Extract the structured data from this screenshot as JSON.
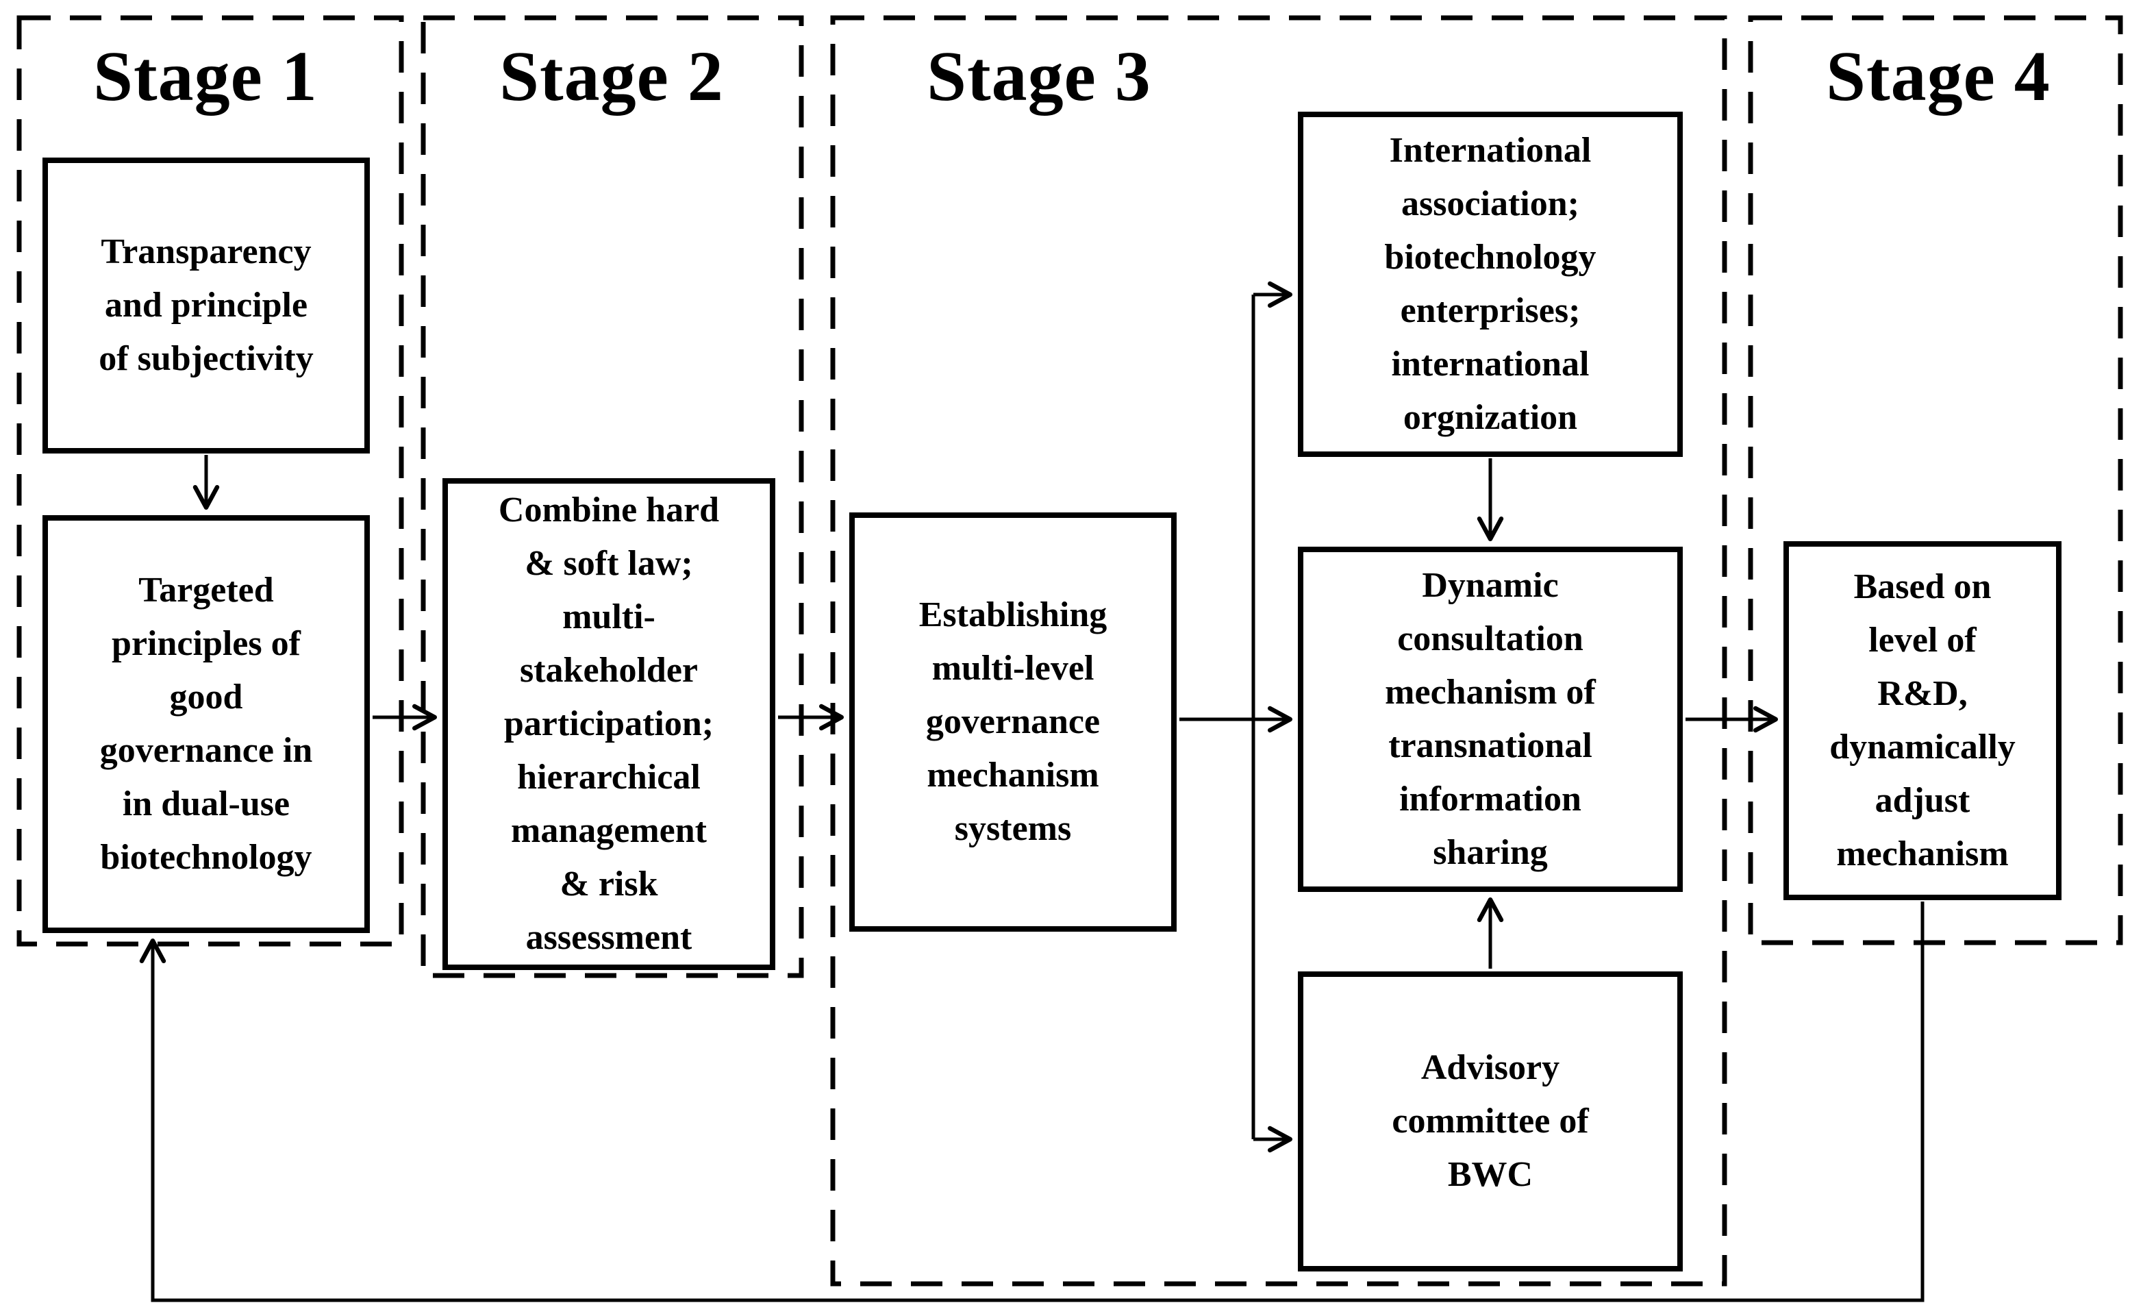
{
  "diagram": {
    "type": "flowchart",
    "colors": {
      "line": "#000000",
      "background": "#ffffff",
      "text": "#000000"
    },
    "stages": [
      {
        "label": "Stage 1"
      },
      {
        "label": "Stage 2"
      },
      {
        "label": "Stage 3"
      },
      {
        "label": "Stage 4"
      }
    ],
    "boxes": [
      {
        "id": "transparency-principle",
        "stage": "Stage 1",
        "text": "Transparency\nand principle\nof subjectivity"
      },
      {
        "id": "targeted-principles",
        "stage": "Stage 1",
        "text": "Targeted\nprinciples of\ngood\ngovernance in\nin dual-use\nbiotechnology"
      },
      {
        "id": "combine-hard-soft-law",
        "stage": "Stage 2",
        "text": "Combine hard\n& soft law;\nmulti-\nstakeholder\nparticipation;\nhierarchical\nmanagement\n& risk\nassessment"
      },
      {
        "id": "establishing-multi-level",
        "stage": "Stage 3",
        "text": "Establishing\nmulti-level\ngovernance\nmechanism\nsystems"
      },
      {
        "id": "international-association",
        "stage": "Stage 3",
        "text": "International\nassociation;\nbiotechnology\nenterprises;\ninternational\norgnization"
      },
      {
        "id": "dynamic-consultation",
        "stage": "Stage 3",
        "text": "Dynamic\nconsultation\nmechanism of\ntransnational\ninformation\nsharing"
      },
      {
        "id": "advisory-committee-bwc",
        "stage": "Stage 3",
        "text": "Advisory\ncommittee of\nBWC"
      },
      {
        "id": "based-on-level-rd",
        "stage": "Stage 4",
        "text": "Based on\nlevel of\nR&D,\ndynamically\nadjust\nmechanism"
      }
    ],
    "edges": [
      {
        "from": "transparency-principle",
        "to": "targeted-principles",
        "type": "arrow"
      },
      {
        "from": "targeted-principles",
        "to": "combine-hard-soft-law",
        "type": "arrow"
      },
      {
        "from": "combine-hard-soft-law",
        "to": "establishing-multi-level",
        "type": "arrow"
      },
      {
        "from": "establishing-multi-level",
        "to": "international-association",
        "type": "arrow"
      },
      {
        "from": "establishing-multi-level",
        "to": "dynamic-consultation",
        "type": "arrow"
      },
      {
        "from": "establishing-multi-level",
        "to": "advisory-committee-bwc",
        "type": "arrow"
      },
      {
        "from": "international-association",
        "to": "dynamic-consultation",
        "type": "arrow"
      },
      {
        "from": "advisory-committee-bwc",
        "to": "dynamic-consultation",
        "type": "arrow"
      },
      {
        "from": "dynamic-consultation",
        "to": "based-on-level-rd",
        "type": "arrow"
      },
      {
        "from": "based-on-level-rd",
        "to": "targeted-principles",
        "type": "feedback-arrow"
      }
    ]
  }
}
